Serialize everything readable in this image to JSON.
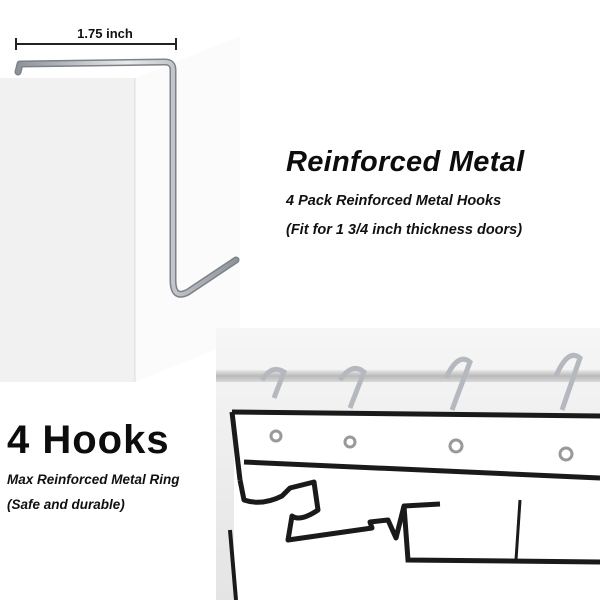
{
  "dimension": {
    "label": "1.75 inch"
  },
  "feature_metal": {
    "title": "Reinforced Metal",
    "subtitle": "4 Pack Reinforced Metal Hooks",
    "note": "(Fit for 1 3/4 inch thickness doors)"
  },
  "feature_hooks": {
    "title": "4 Hooks",
    "subtitle": "Max Reinforced Metal Ring",
    "note": "(Safe and durable)"
  },
  "colors": {
    "background": "#ffffff",
    "door_front": "#f0f0f0",
    "door_side": "#fafafa",
    "hook_metal": "#b8bcc2",
    "organizer_edge": "#1a1a1a",
    "rod": "#c4c4c4"
  },
  "icons": [
    "door-block",
    "s-hook",
    "grommet",
    "hanging-organizer"
  ]
}
